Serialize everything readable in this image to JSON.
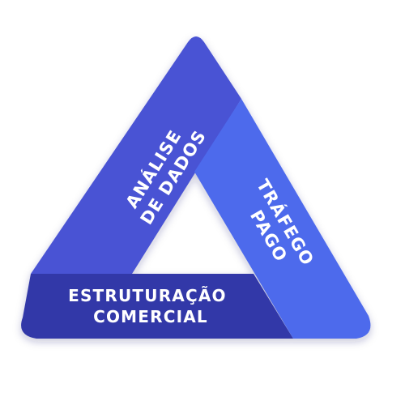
{
  "diagram": {
    "segments": {
      "left": {
        "label_line1": "ANÁLISE",
        "label_line2": "DE DADOS",
        "color": "#4a52d4"
      },
      "right": {
        "label_line1": "TRÁFEGO",
        "label_line2": "PAGO",
        "color": "#4d6bec"
      },
      "bottom": {
        "label_line1": "ESTRUTURAÇÃO",
        "label_line2": "COMERCIAL",
        "color": "#3239a8"
      }
    }
  }
}
